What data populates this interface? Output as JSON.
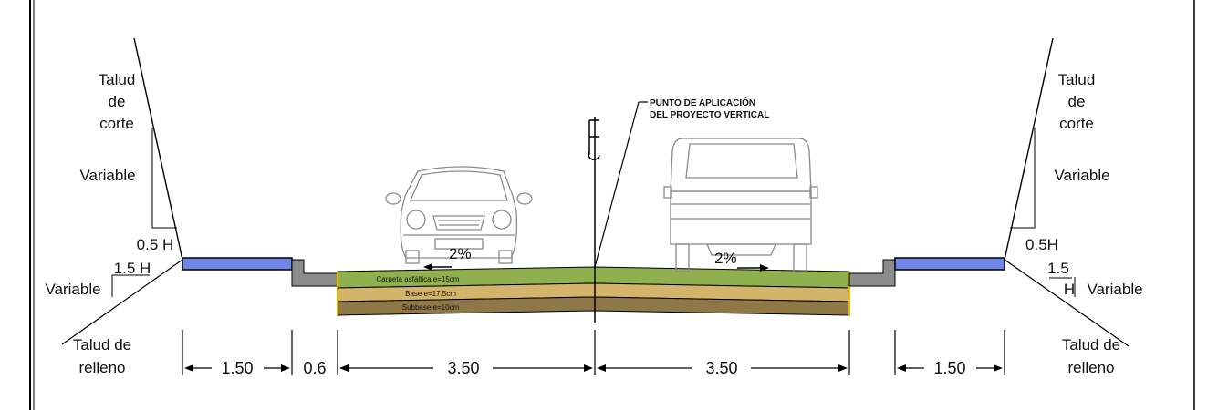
{
  "labels": {
    "talud_corte": [
      "Talud",
      "de",
      "corte"
    ],
    "variable": "Variable",
    "talud_relleno": [
      "Talud de",
      "relleno"
    ],
    "slope_cut_left": "0.5 H",
    "slope_cut_right": "0.5H",
    "slope_fill_left": "1.5 H",
    "slope_fill_right_num": "1.5",
    "slope_fill_right_den": "H",
    "crossfall_left": "2%",
    "crossfall_right": "2%",
    "centerline": "CL",
    "punto_line1": "PUNTO DE APLICACIÓN",
    "punto_line2": "DEL PROYECTO VERTICAL"
  },
  "layers": [
    {
      "label": "Carpeta asfáltica e=15cm",
      "color": "#8fb04f"
    },
    {
      "label": "Base e=17.5cm",
      "color": "#d4b36a"
    },
    {
      "label": "Subbase e=10cm",
      "color": "#8f7848"
    }
  ],
  "dimensions": [
    "1.50",
    "0.6",
    "3.50",
    "3.50",
    "1.50"
  ],
  "colors": {
    "shoulder": "#6f86e8",
    "curb": "#8c8c8c",
    "border": "#e6b800"
  }
}
